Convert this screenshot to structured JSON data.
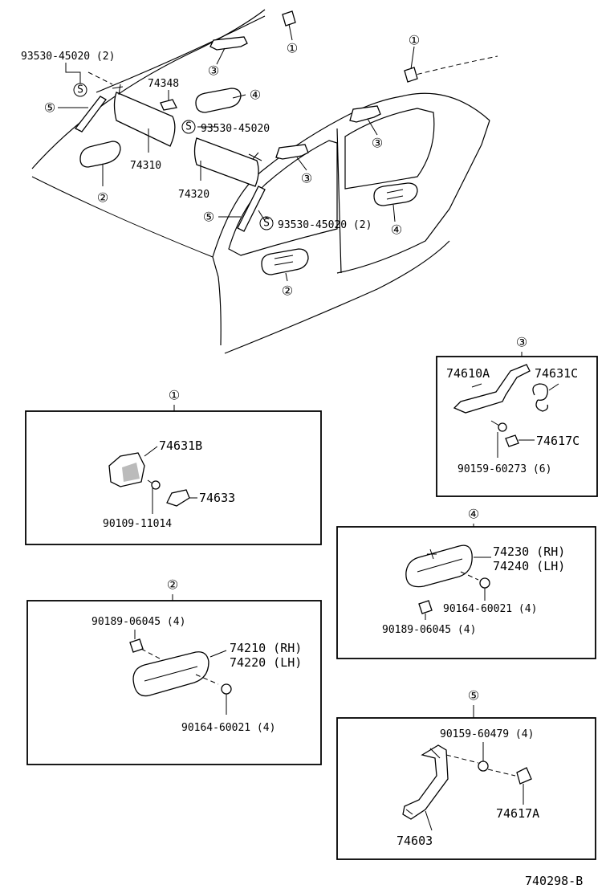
{
  "diagram_id": "740298-B",
  "top": {
    "callouts": [
      {
        "ref": "1",
        "label": "①"
      },
      {
        "ref": "1",
        "label": "①"
      },
      {
        "ref": "2",
        "label": "②"
      },
      {
        "ref": "2",
        "label": "②"
      },
      {
        "ref": "3",
        "label": "③"
      },
      {
        "ref": "3",
        "label": "③"
      },
      {
        "ref": "3",
        "label": "③"
      },
      {
        "ref": "4",
        "label": "④"
      },
      {
        "ref": "4",
        "label": "④"
      },
      {
        "ref": "5",
        "label": "⑤"
      },
      {
        "ref": "5",
        "label": "⑤"
      }
    ],
    "parts": {
      "screw_left": "93530-45020 (2)",
      "screw_mid": "93530-45020",
      "screw_right": "93530-45020 (2)",
      "holder": "74348",
      "visor_left": "74310",
      "visor_right": "74320"
    },
    "s_mark": "S"
  },
  "panels": {
    "p1": {
      "title": "①",
      "parts": {
        "cover": "74631B",
        "clip": "74633",
        "screw": "90109-11014"
      }
    },
    "p2": {
      "title": "②",
      "parts": {
        "nut": "90189-06045 (4)",
        "grip_rh": "74210 (RH)",
        "grip_lh": "74220 (LH)",
        "screw": "90164-60021 (4)"
      }
    },
    "p3": {
      "title": "③",
      "parts": {
        "handle": "74610A",
        "hook": "74631C",
        "clip": "74617C",
        "screw": "90159-60273 (6)"
      }
    },
    "p4": {
      "title": "④",
      "parts": {
        "grip_rh": "74230 (RH)",
        "grip_lh": "74240 (LH)",
        "screw": "90164-60021 (4)",
        "nut": "90189-06045 (4)"
      }
    },
    "p5": {
      "title": "⑤",
      "parts": {
        "screw": "90159-60479 (4)",
        "clip": "74617A",
        "handle": "74603"
      }
    }
  }
}
